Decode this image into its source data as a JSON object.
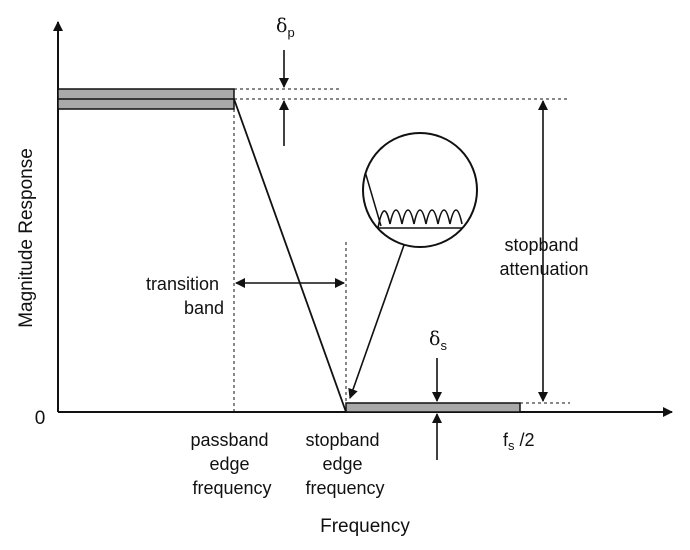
{
  "diagram": {
    "y_axis_label": "Magnitude Response",
    "x_axis_label": "Frequency",
    "origin_label": "0",
    "delta_p": {
      "symbol": "δ",
      "subscript": "p"
    },
    "delta_s": {
      "symbol": "δ",
      "subscript": "s"
    },
    "fs_half": {
      "main": "f",
      "subscript": "s",
      "suffix": " /2"
    },
    "transition_band": [
      "transition",
      "band"
    ],
    "stopband_attenuation": [
      "stopband",
      "attenuation"
    ],
    "passband_edge_frequency": [
      "passband",
      "edge",
      "frequency"
    ],
    "stopband_edge_frequency": [
      "stopband",
      "edge",
      "frequency"
    ]
  },
  "colors": {
    "line": "#111111",
    "band_fill": "#a9a9a9",
    "background": "#ffffff"
  },
  "icons": [
    "arrow-head-icon",
    "magnifier-circle-icon",
    "ripple-waveform-icon"
  ]
}
